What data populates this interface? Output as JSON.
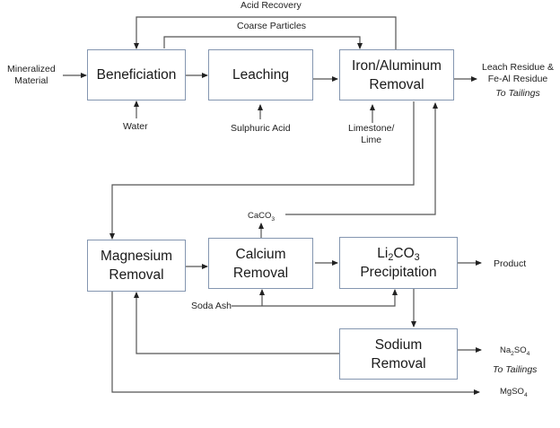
{
  "diagram": {
    "type": "process-flow",
    "boxes": {
      "beneficiation": "Beneficiation",
      "leaching": "Leaching",
      "iron_al_line1": "Iron/Aluminum",
      "iron_al_line2": "Removal",
      "magnesium_line1": "Magnesium",
      "magnesium_line2": "Removal",
      "calcium_line1": "Calcium",
      "calcium_line2": "Removal",
      "li2co3_line1_a": "Li",
      "li2co3_line1_sub": "2",
      "li2co3_line1_b": "CO",
      "li2co3_line1_sub2": "3",
      "li2co3_line2": "Precipitation",
      "sodium_line1": "Sodium",
      "sodium_line2": "Removal"
    },
    "labels": {
      "acid_recovery": "Acid Recovery",
      "coarse_particles": "Coarse Particles",
      "mineralized_1": "Mineralized",
      "mineralized_2": "Material",
      "water": "Water",
      "sulphuric_acid": "Sulphuric Acid",
      "limestone_1": "Limestone/",
      "limestone_2": "Lime",
      "leach_residue_1": "Leach Residue &",
      "leach_residue_2": "Fe-Al Residue",
      "to_tailings_1": "To Tailings",
      "caco3_a": "CaCO",
      "caco3_sub": "3",
      "soda_ash": "Soda Ash",
      "product": "Product",
      "na2so4_a": "Na",
      "na2so4_sub": "2",
      "na2so4_b": "SO",
      "na2so4_sub2": "4",
      "to_tailings_2": "To Tailings",
      "mgso4_a": "MgSO",
      "mgso4_sub": "4"
    },
    "colors": {
      "box_border": "#8496b0",
      "line": "#555555",
      "text": "#222222"
    }
  }
}
